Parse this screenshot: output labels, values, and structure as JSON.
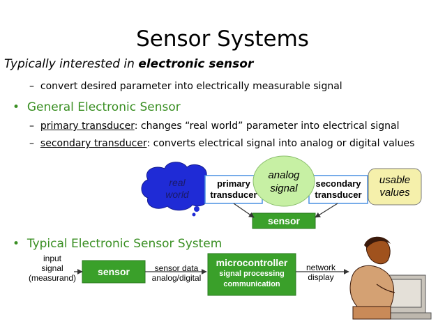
{
  "slide": {
    "title": "Sensor Systems",
    "intro_prefix": "Typically interested in ",
    "intro_bold": "electronic sensor",
    "intro_sub": "convert desired parameter into electrically measurable signal",
    "bullet1": "General Electronic Sensor",
    "b1_item1_term": "primary transducer",
    "b1_item1_rest": ": changes “real world” parameter into electrical signal",
    "b1_item2_term": "secondary transducer",
    "b1_item2_rest": ": converts electrical signal into analog or digital values",
    "bullet2": "Typical Electronic Sensor System"
  },
  "diagram1": {
    "real": "real",
    "world": "world",
    "primary": "primary",
    "primary2": "transducer",
    "analog": "analog",
    "signal": "signal",
    "secondary": "secondary",
    "secondary2": "transducer",
    "usable": "usable",
    "values": "values",
    "sensor": "sensor"
  },
  "diagram2": {
    "input1": "input",
    "input2": "signal",
    "input3": "(measurand)",
    "sensor": "sensor",
    "data1": "sensor data",
    "data2": "analog/digital",
    "mc_title": "microcontroller",
    "mc_line1": "signal processing",
    "mc_line2": "communication",
    "net1": "network",
    "net2": "display"
  },
  "colors": {
    "bullet_green": "#3a8f23",
    "cloud": "#1f2bd6",
    "analog_fill": "#c7f0a4",
    "usable_fill": "#f5f0ab",
    "sensor_green": "#3aa02a"
  }
}
